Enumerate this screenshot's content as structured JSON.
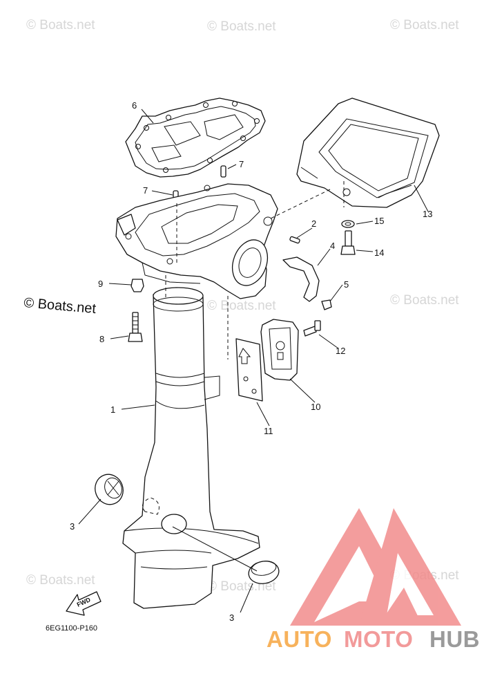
{
  "watermark": {
    "text": "© Boats.net",
    "prominent_text": "© Boats.net"
  },
  "callouts": [
    {
      "label": "6"
    },
    {
      "label": "7"
    },
    {
      "label": "7"
    },
    {
      "label": "2"
    },
    {
      "label": "4"
    },
    {
      "label": "5"
    },
    {
      "label": "9"
    },
    {
      "label": "8"
    },
    {
      "label": "1"
    },
    {
      "label": "3"
    },
    {
      "label": "3"
    },
    {
      "label": "11"
    },
    {
      "label": "10"
    },
    {
      "label": "12"
    },
    {
      "label": "13"
    },
    {
      "label": "15"
    },
    {
      "label": "14"
    }
  ],
  "fwd_label": "FWD",
  "diagram_code": "6EG1100-P160",
  "brand": {
    "part1": "AUTO",
    "part2": "MOTO",
    "part3": "HUB",
    "color1": "#f7b25c",
    "color2": "#f29a9a",
    "color3": "#9a9a9a",
    "logo_color": "#f28c8c"
  }
}
